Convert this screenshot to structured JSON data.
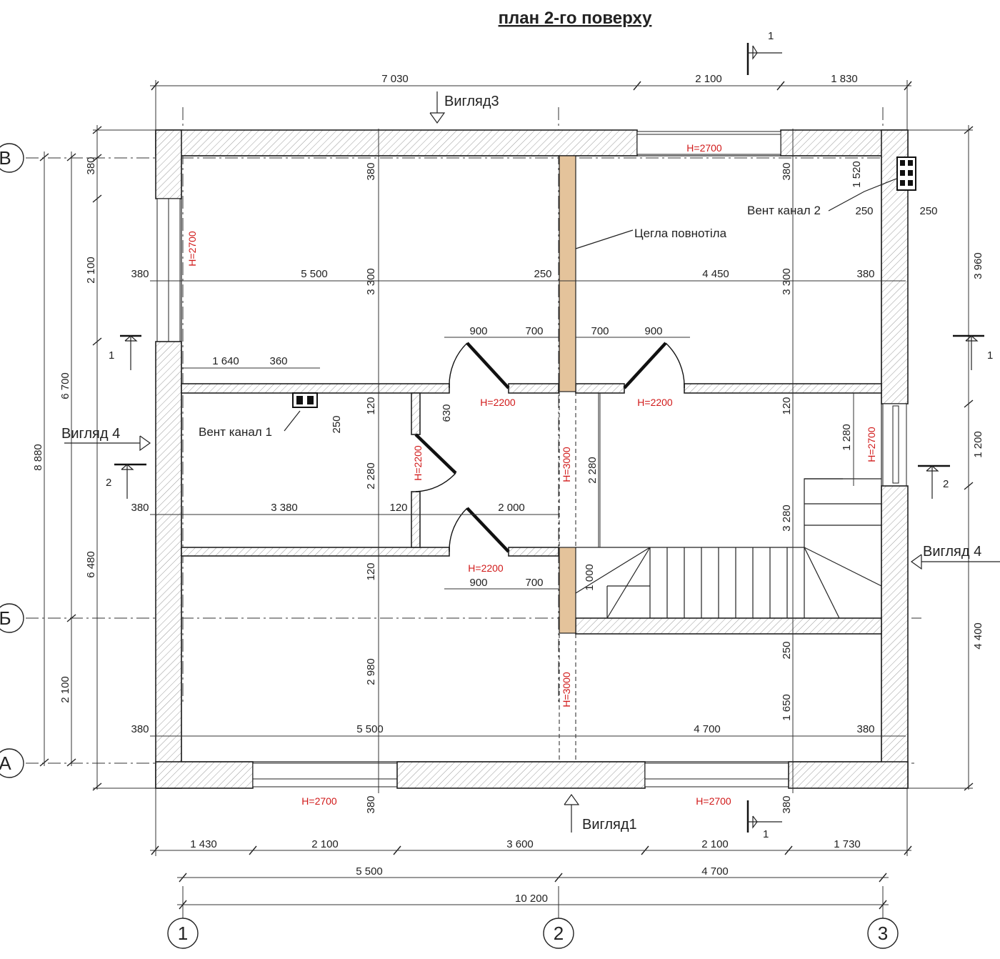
{
  "title": "план 2-го поверху",
  "views": {
    "top": "Вигляд3",
    "bottom": "Вигляд1",
    "left": "Вигляд 4",
    "right": "Вигляд 4"
  },
  "labels": {
    "brick": "Цегла повнотіла",
    "vent1": "Вент канал 1",
    "vent2": "Вент канал 2"
  },
  "section_marks": [
    "1",
    "1",
    "1",
    "2",
    "1",
    "2"
  ],
  "heights": {
    "win_top": "H=2700",
    "win_left": "H=2700",
    "win_right": "H=2700",
    "win_bottom_left": "H=2700",
    "win_bottom_right": "H=2700",
    "door_1": "H=2200",
    "door_2": "H=2200",
    "door_3": "H=2200",
    "door_4": "H=2200",
    "open_1": "H=3000",
    "open_2": "H=3000"
  },
  "axes": {
    "rows": [
      "В",
      "Б",
      "А"
    ],
    "cols": [
      "1",
      "2",
      "3"
    ]
  },
  "dims_top": [
    "7 030",
    "2 100",
    "1 830"
  ],
  "dims_bottom_1": [
    "1 430",
    "2 100",
    "3 600",
    "2 100",
    "1 730"
  ],
  "dims_bottom_2": [
    "5 500",
    "4 700"
  ],
  "dims_bottom_3": "10 200",
  "dims_left_outer": "8 880",
  "dims_left_mid": [
    "6 700",
    "6 480"
  ],
  "dims_left_inner": [
    "380",
    "2 100",
    "2 100"
  ],
  "dims_right": [
    "3 960",
    "1 200",
    "4 400"
  ],
  "dims_inside": {
    "d380_a": "380",
    "d5500_a": "5 500",
    "d250_a": "250",
    "d4450": "4 450",
    "d380_b": "380",
    "d1640": "1 640",
    "d360": "360",
    "d900_a": "900",
    "d700_a": "700",
    "d700_b": "700",
    "d900_b": "900",
    "d380_c": "380",
    "d3380": "3 380",
    "d120_a": "120",
    "d2000": "2 000",
    "d900_c": "900",
    "d700_c": "700",
    "d380_d": "380",
    "d5500_b": "5 500",
    "d4700": "4 700",
    "d380_e": "380"
  },
  "dims_vertical": {
    "v380_1": "380",
    "v3300_1": "3 300",
    "v120_1": "120",
    "v2280_1": "2 280",
    "v120_2": "120",
    "v2980": "2 980",
    "v380_b1": "380",
    "v630": "630",
    "v250_1": "250",
    "v2280_2": "2 280",
    "v380_2": "380",
    "v3300_2": "3 300",
    "v120_3": "120",
    "v3280": "3 280",
    "v250_2": "250",
    "v1650": "1 650",
    "v380_b2": "380",
    "v1520": "1 520",
    "v250_h": "250",
    "v250_h2": "250",
    "v1280": "1 280",
    "v1000": "1 000"
  }
}
